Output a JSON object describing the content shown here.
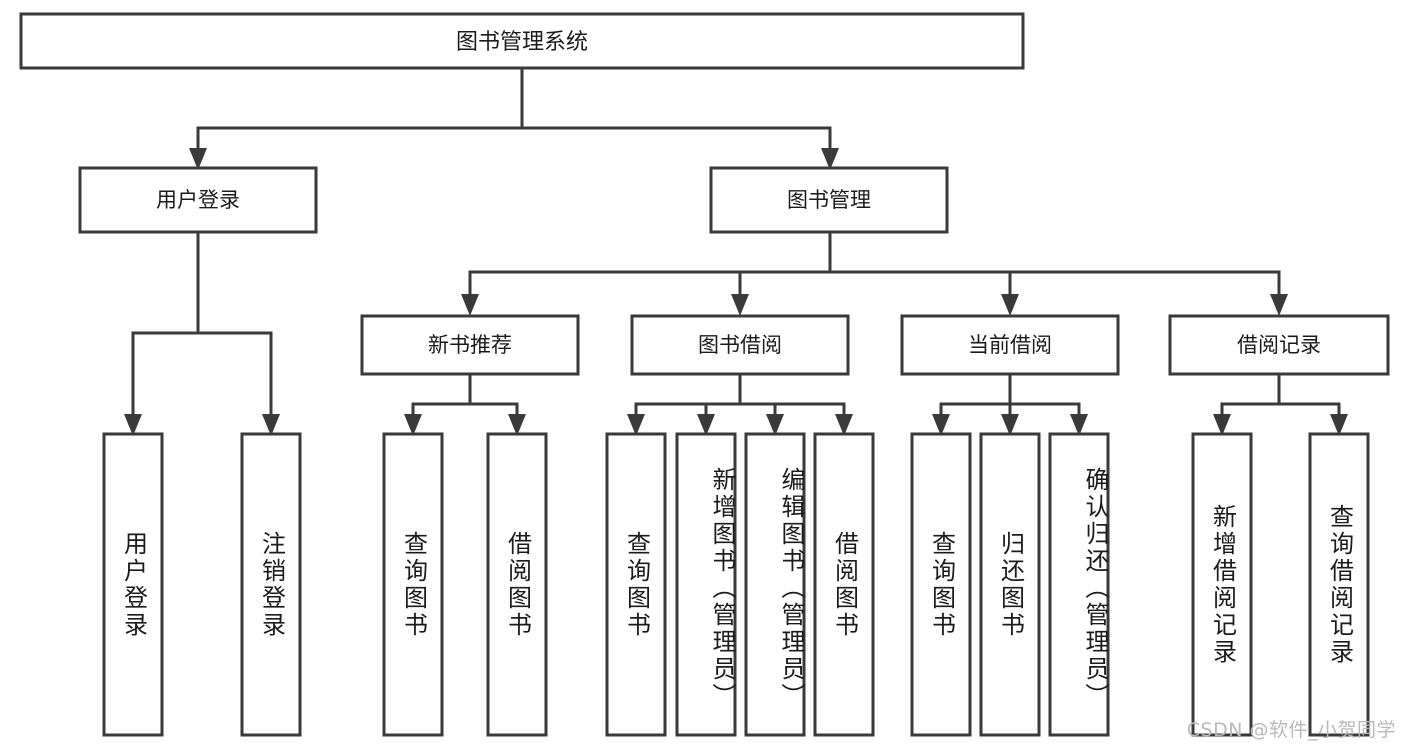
{
  "diagram": {
    "type": "tree-hierarchy",
    "title": "图书管理系统",
    "watermark": "CSDN @软件_小贺同学",
    "colors": {
      "stroke": "#3a3a3a",
      "fill": "#ffffff",
      "text": "#1b1b1b",
      "watermark": "#b9b9b9",
      "background": "#ffffff"
    },
    "root": {
      "id": "root",
      "label": "图书管理系统",
      "level": 1
    },
    "level2": [
      {
        "id": "user-login",
        "label": "用户登录"
      },
      {
        "id": "book-management",
        "label": "图书管理"
      }
    ],
    "level3": [
      {
        "id": "new-book-recommend",
        "label": "新书推荐",
        "parent": "book-management"
      },
      {
        "id": "book-borrow",
        "label": "图书借阅",
        "parent": "book-management"
      },
      {
        "id": "current-borrow",
        "label": "当前借阅",
        "parent": "book-management"
      },
      {
        "id": "borrow-record",
        "label": "借阅记录",
        "parent": "book-management"
      }
    ],
    "leaves": [
      {
        "id": "leaf-user-login",
        "label": "用户登录",
        "parent": "user-login"
      },
      {
        "id": "leaf-logout-login",
        "label": "注销登录",
        "parent": "user-login"
      },
      {
        "id": "leaf-query-book-1",
        "label": "查询图书",
        "parent": "new-book-recommend"
      },
      {
        "id": "leaf-borrow-book-1",
        "label": "借阅图书",
        "parent": "new-book-recommend"
      },
      {
        "id": "leaf-query-book-2",
        "label": "查询图书",
        "parent": "book-borrow"
      },
      {
        "id": "leaf-add-book",
        "label": "新增图书（管理员）",
        "parent": "book-borrow"
      },
      {
        "id": "leaf-edit-book",
        "label": "编辑图书（管理员）",
        "parent": "book-borrow"
      },
      {
        "id": "leaf-borrow-book-2",
        "label": "借阅图书",
        "parent": "book-borrow"
      },
      {
        "id": "leaf-query-book-3",
        "label": "查询图书",
        "parent": "current-borrow"
      },
      {
        "id": "leaf-return-book",
        "label": "归还图书",
        "parent": "current-borrow"
      },
      {
        "id": "leaf-confirm-return",
        "label": "确认归还（管理员）",
        "parent": "current-borrow"
      },
      {
        "id": "leaf-add-record",
        "label": "新增借阅记录",
        "parent": "borrow-record"
      },
      {
        "id": "leaf-query-record",
        "label": "查询借阅记录",
        "parent": "borrow-record"
      }
    ]
  }
}
